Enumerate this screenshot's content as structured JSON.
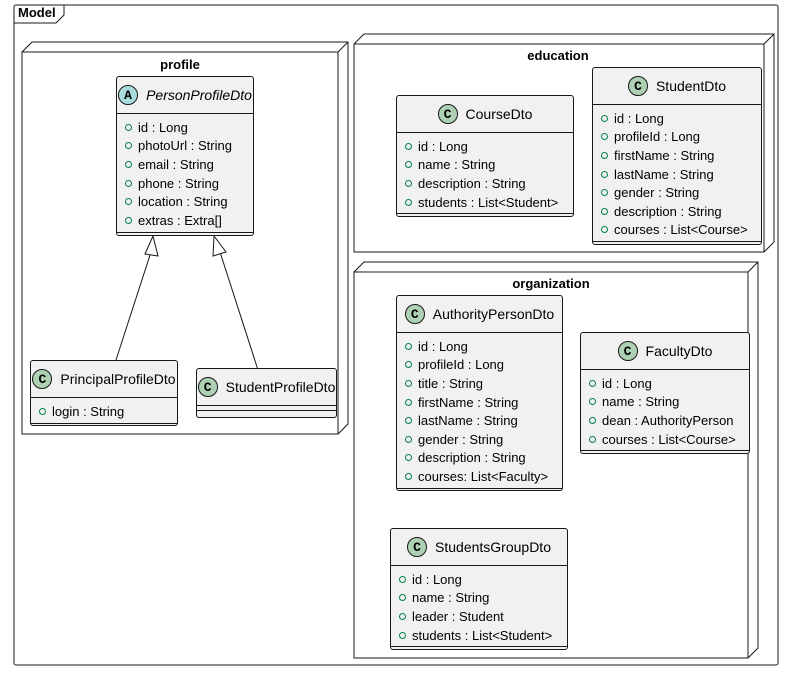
{
  "diagram": {
    "title": "Model",
    "packages": {
      "profile": "profile",
      "education": "education",
      "organization": "organization"
    },
    "classes": {
      "person_profile": {
        "name": "PersonProfileDto",
        "icon": "A",
        "fields": [
          "id : Long",
          "photoUrl : String",
          "email : String",
          "phone : String",
          "location : String",
          "extras : Extra[]"
        ]
      },
      "principal_profile": {
        "name": "PrincipalProfileDto",
        "icon": "C",
        "fields": [
          "login : String"
        ]
      },
      "student_profile": {
        "name": "StudentProfileDto",
        "icon": "C",
        "fields": []
      },
      "course": {
        "name": "CourseDto",
        "icon": "C",
        "fields": [
          "id : Long",
          "name : String",
          "description : String",
          "students : List<Student>"
        ]
      },
      "student": {
        "name": "StudentDto",
        "icon": "C",
        "fields": [
          "id : Long",
          "profileId : Long",
          "firstName : String",
          "lastName : String",
          "gender : String",
          "description : String",
          "courses : List<Course>"
        ]
      },
      "authority_person": {
        "name": "AuthorityPersonDto",
        "icon": "C",
        "fields": [
          "id : Long",
          "profileId : Long",
          "title : String",
          "firstName : String",
          "lastName : String",
          "gender : String",
          "description : String",
          "courses: List<Faculty>"
        ]
      },
      "faculty": {
        "name": "FacultyDto",
        "icon": "C",
        "fields": [
          "id : Long",
          "name : String",
          "dean : AuthorityPerson",
          "courses : List<Course>"
        ]
      },
      "students_group": {
        "name": "StudentsGroupDto",
        "icon": "C",
        "fields": [
          "id : Long",
          "name : String",
          "leader : Student",
          "students : List<Student>"
        ]
      }
    },
    "colors": {
      "class_fill": "#f1f1f1",
      "border": "#181818",
      "class_icon": "#add1b2",
      "abstract_icon": "#a9dcdf",
      "visibility_public": "#038048"
    }
  }
}
